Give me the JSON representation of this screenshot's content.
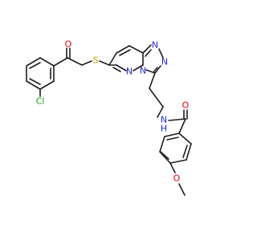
{
  "molecule": {
    "atom_labels": {
      "chlorine": "Cl",
      "ketone_oxygen": "O",
      "thioether_sulfur": "S",
      "pyridazine_nitrogen": "N",
      "bridgehead_nitrogen": "N",
      "triazole_nitrogen_1": "N",
      "triazole_nitrogen_2": "N",
      "amide_nitrogen": "N",
      "amide_hydrogen": "H",
      "amide_oxygen": "O",
      "methoxy_oxygen": "O"
    },
    "colors": {
      "chlorine": "#1fa31f",
      "oxygen": "#e8000b",
      "sulfur": "#b5a100",
      "nitrogen": "#1f2ad6",
      "bond": "#1e1e1e"
    }
  }
}
